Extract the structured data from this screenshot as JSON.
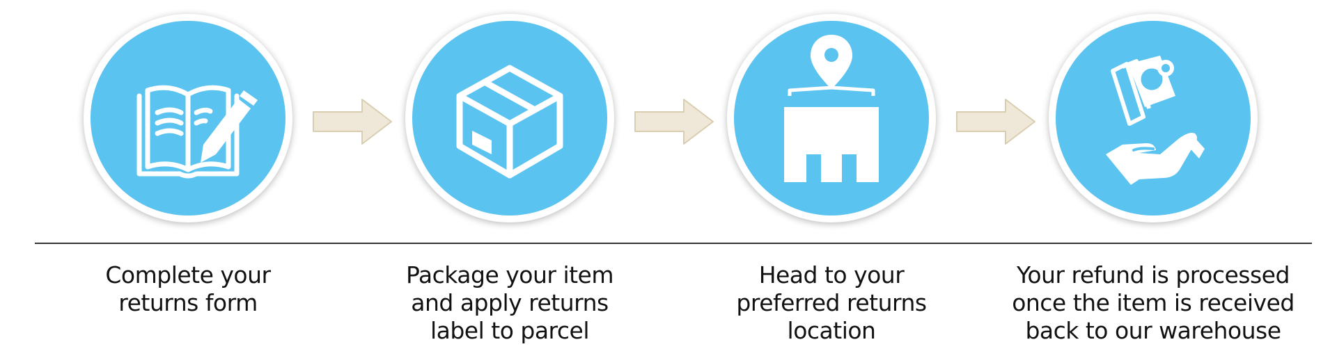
{
  "colors": {
    "circle_fill": "#5bc3f0",
    "icon": "#ffffff",
    "arrow_fill": "#efe8d8",
    "arrow_stroke": "#d9cdb0",
    "text": "#111111",
    "divider": "#333333"
  },
  "steps": [
    {
      "icon": "open-book-pencil-icon",
      "label_lines": [
        "Complete your",
        "returns form"
      ]
    },
    {
      "icon": "parcel-box-icon",
      "label_lines": [
        "Package your item",
        "and apply returns",
        "label to parcel"
      ]
    },
    {
      "icon": "returns-location-pin-icon",
      "label_lines": [
        "Head to your",
        "preferred returns",
        "location"
      ]
    },
    {
      "icon": "refund-hand-money-icon",
      "label_lines": [
        "Your refund is processed",
        "once the item is received",
        "back to our warehouse"
      ]
    }
  ]
}
